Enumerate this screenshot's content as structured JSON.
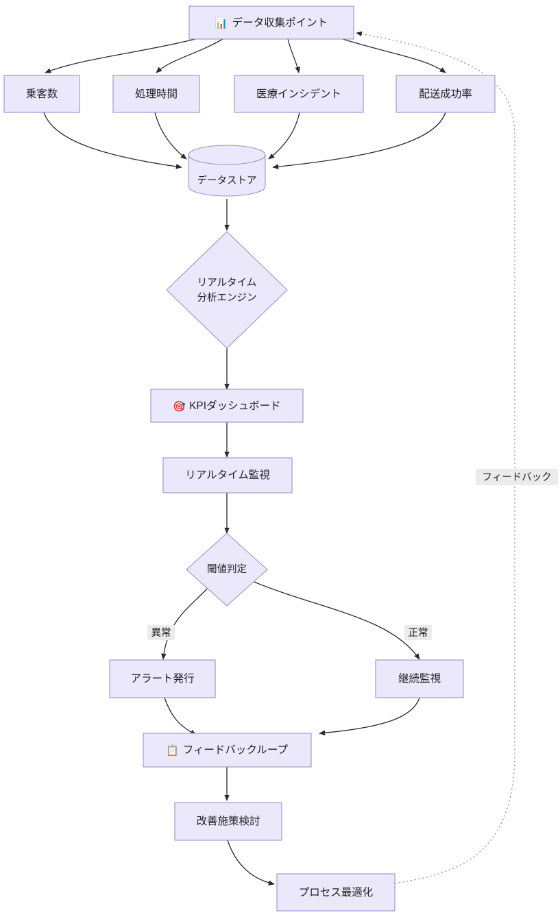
{
  "diagram": {
    "type": "flowchart",
    "direction": "top-down",
    "title_text": "",
    "background_color": "#ffffff",
    "node_fill_color": "#ebe8fb",
    "node_border_color": "#9c91c8",
    "edge_color": "#2b2b2b",
    "dotted_edge_color": "#8f8f8f",
    "edge_label_bg_color": "#ebebeb",
    "text_color": "#1f2023"
  },
  "nodes": {
    "collection_point": {
      "id": "collection-point",
      "label": "データ収集ポイント",
      "icon": "bar-chart-emoji",
      "icon_glyph": "📊",
      "shape": "rect"
    },
    "metric_passengers": {
      "id": "metric-passengers",
      "label": "乗客数",
      "shape": "rect"
    },
    "metric_processing_time": {
      "id": "metric-processing-time",
      "label": "処理時間",
      "shape": "rect"
    },
    "metric_medical_incident": {
      "id": "metric-medical-incident",
      "label": "医療インシデント",
      "shape": "rect"
    },
    "metric_delivery_rate": {
      "id": "metric-delivery-rate",
      "label": "配送成功率",
      "shape": "rect"
    },
    "data_store": {
      "id": "data-store",
      "label": "データストア",
      "shape": "cylinder"
    },
    "analytics_engine": {
      "id": "analytics-engine",
      "label_line1": "リアルタイム",
      "label_line2": "分析エンジン",
      "shape": "diamond"
    },
    "kpi_dashboard": {
      "id": "kpi-dashboard",
      "label": "KPIダッシュボード",
      "icon": "dart-target-emoji",
      "icon_glyph": "🎯",
      "shape": "rect"
    },
    "realtime_monitoring": {
      "id": "realtime-monitoring",
      "label": "リアルタイム監視",
      "shape": "rect"
    },
    "threshold_check": {
      "id": "threshold-check",
      "label": "閾値判定",
      "shape": "diamond"
    },
    "alert_issue": {
      "id": "alert-issue",
      "label": "アラート発行",
      "shape": "rect"
    },
    "continuous_monitoring": {
      "id": "continuous-monitoring",
      "label": "継続監視",
      "shape": "rect"
    },
    "feedback_loop": {
      "id": "feedback-loop",
      "label": "フィードバックループ",
      "icon": "clipboard-emoji",
      "icon_glyph": "📋",
      "shape": "rect"
    },
    "improvement_review": {
      "id": "improvement-review",
      "label": "改善施策検討",
      "shape": "rect"
    },
    "process_optimization": {
      "id": "process-optimization",
      "label": "プロセス最適化",
      "shape": "rect"
    }
  },
  "edge_labels": {
    "abnormal": "異常",
    "normal": "正常",
    "feedback": "フィードバック"
  },
  "edges": [
    {
      "from": "collection_point",
      "to": "metric_passengers",
      "label": "",
      "style": "solid"
    },
    {
      "from": "collection_point",
      "to": "metric_processing_time",
      "label": "",
      "style": "solid"
    },
    {
      "from": "collection_point",
      "to": "metric_medical_incident",
      "label": "",
      "style": "solid"
    },
    {
      "from": "collection_point",
      "to": "metric_delivery_rate",
      "label": "",
      "style": "solid"
    },
    {
      "from": "metric_passengers",
      "to": "data_store",
      "label": "",
      "style": "solid"
    },
    {
      "from": "metric_processing_time",
      "to": "data_store",
      "label": "",
      "style": "solid"
    },
    {
      "from": "metric_medical_incident",
      "to": "data_store",
      "label": "",
      "style": "solid"
    },
    {
      "from": "metric_delivery_rate",
      "to": "data_store",
      "label": "",
      "style": "solid"
    },
    {
      "from": "data_store",
      "to": "analytics_engine",
      "label": "",
      "style": "solid"
    },
    {
      "from": "analytics_engine",
      "to": "kpi_dashboard",
      "label": "",
      "style": "solid"
    },
    {
      "from": "kpi_dashboard",
      "to": "realtime_monitoring",
      "label": "",
      "style": "solid"
    },
    {
      "from": "realtime_monitoring",
      "to": "threshold_check",
      "label": "",
      "style": "solid"
    },
    {
      "from": "threshold_check",
      "to": "alert_issue",
      "label": "異常",
      "style": "solid"
    },
    {
      "from": "threshold_check",
      "to": "continuous_monitoring",
      "label": "正常",
      "style": "solid"
    },
    {
      "from": "alert_issue",
      "to": "feedback_loop",
      "label": "",
      "style": "solid"
    },
    {
      "from": "continuous_monitoring",
      "to": "feedback_loop",
      "label": "",
      "style": "solid"
    },
    {
      "from": "feedback_loop",
      "to": "improvement_review",
      "label": "",
      "style": "solid"
    },
    {
      "from": "improvement_review",
      "to": "process_optimization",
      "label": "",
      "style": "solid"
    },
    {
      "from": "process_optimization",
      "to": "collection_point",
      "label": "フィードバック",
      "style": "dotted"
    }
  ]
}
